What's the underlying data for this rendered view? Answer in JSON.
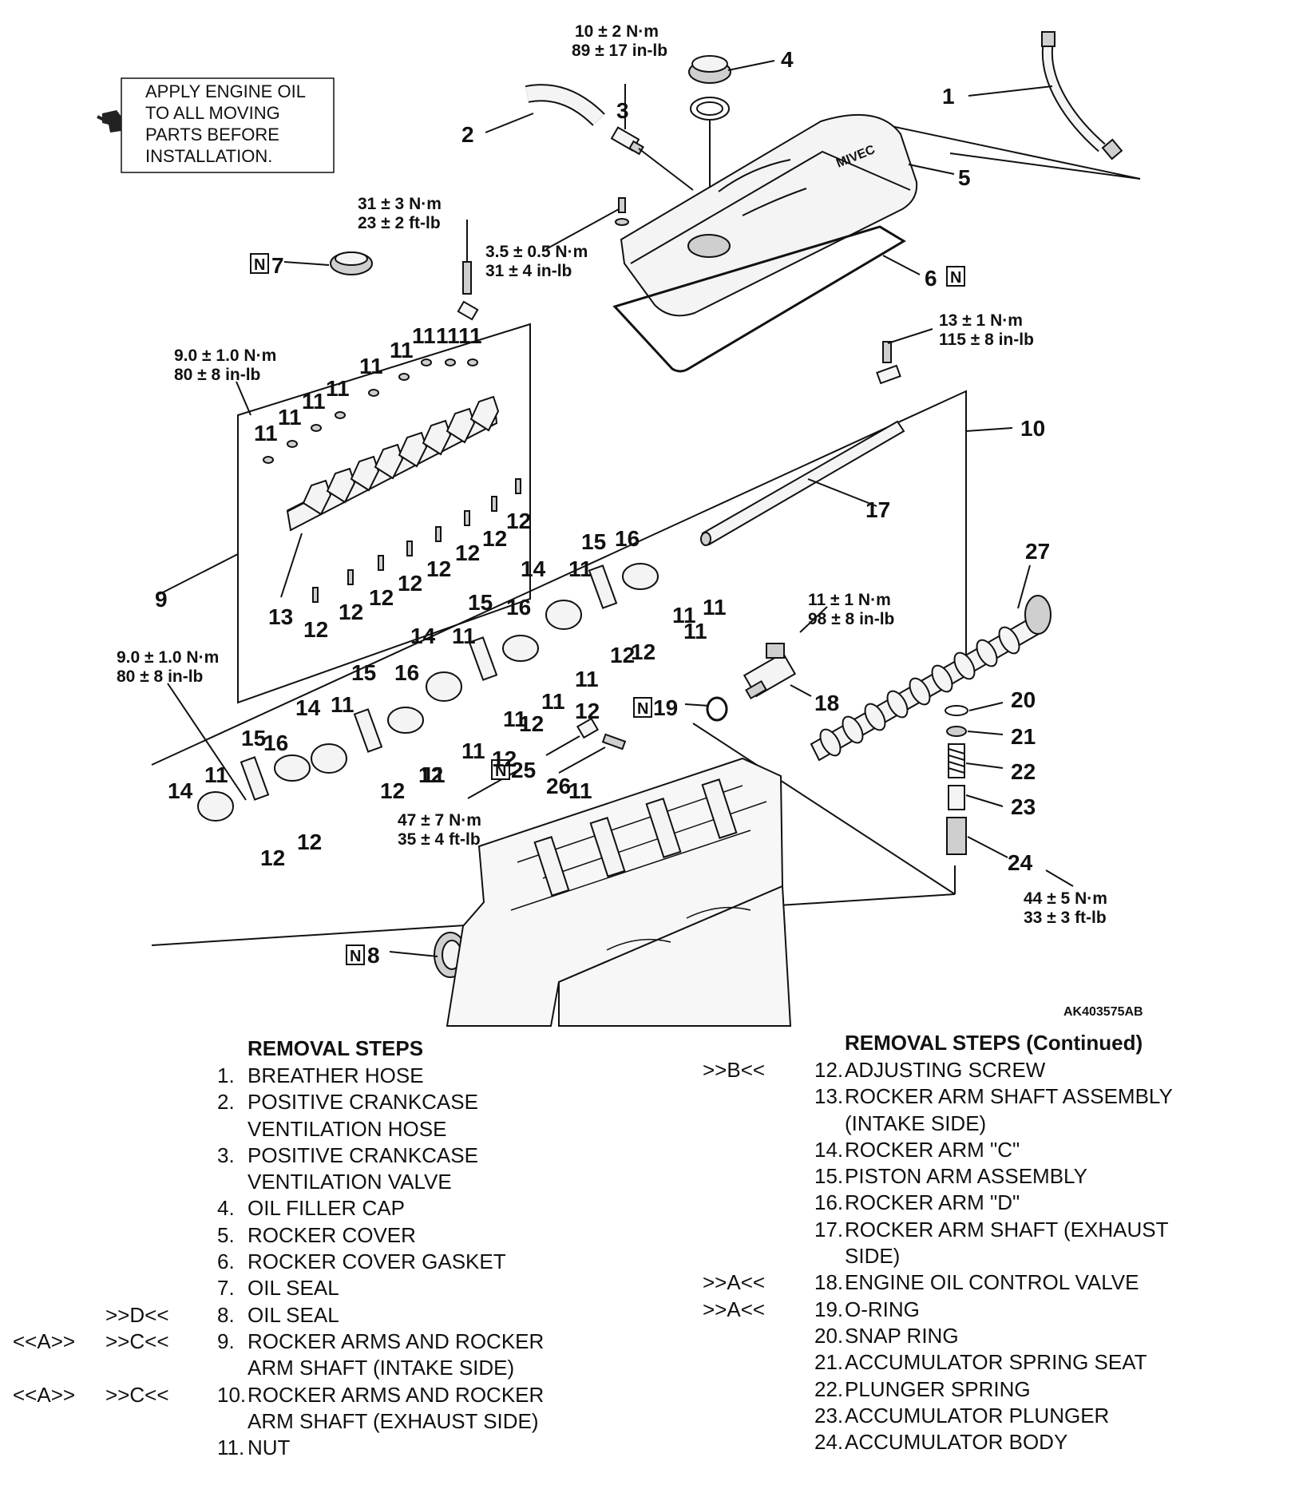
{
  "note": {
    "lines": [
      "APPLY ENGINE OIL",
      "TO ALL MOVING",
      "PARTS BEFORE",
      "INSTALLATION."
    ],
    "icon": "oil-can-icon"
  },
  "figure_code": "AK403575AB",
  "new_part_mark": "N",
  "callouts": {
    "c1": "1",
    "c2": "2",
    "c3": "3",
    "c4": "4",
    "c5": "5",
    "c6": "6",
    "c7": "7",
    "c8": "8",
    "c9": "9",
    "c10": "10",
    "c13": "13",
    "c17": "17",
    "c18": "18",
    "c19": "19",
    "c20": "20",
    "c21": "21",
    "c22": "22",
    "c23": "23",
    "c24": "24",
    "c25": "25",
    "c26": "26",
    "c27": "27",
    "c11": "11",
    "c12": "12",
    "c14": "14",
    "c15": "15",
    "c16": "16"
  },
  "torques": {
    "t1": [
      "10 ± 2 N·m",
      "89 ± 17 in-lb"
    ],
    "t2": [
      "31 ± 3 N·m",
      "23 ± 2 ft-lb"
    ],
    "t3": [
      "3.5 ± 0.5 N·m",
      "31 ± 4 in-lb"
    ],
    "t4": [
      "13 ± 1 N·m",
      "115 ± 8 in-lb"
    ],
    "t5": [
      "9.0 ± 1.0 N·m",
      "80 ± 8 in-lb"
    ],
    "t6": [
      "11 ± 1 N·m",
      "98 ± 8 in-lb"
    ],
    "t7": [
      "9.0 ± 1.0 N·m",
      "80 ± 8 in-lb"
    ],
    "t8": [
      "47 ± 7 N·m",
      "35 ± 4 ft-lb"
    ],
    "t9": [
      "44 ± 5 N·m",
      "33 ± 3 ft-lb"
    ]
  },
  "removal_steps": {
    "title": "REMOVAL STEPS",
    "items": [
      {
        "mark_a": "",
        "mark_b": "",
        "num": "1.",
        "text": "BREATHER HOSE"
      },
      {
        "mark_a": "",
        "mark_b": "",
        "num": "2.",
        "text": "POSITIVE CRANKCASE\nVENTILATION HOSE"
      },
      {
        "mark_a": "",
        "mark_b": "",
        "num": "3.",
        "text": "POSITIVE CRANKCASE\nVENTILATION VALVE"
      },
      {
        "mark_a": "",
        "mark_b": "",
        "num": "4.",
        "text": "OIL FILLER CAP"
      },
      {
        "mark_a": "",
        "mark_b": "",
        "num": "5.",
        "text": "ROCKER COVER"
      },
      {
        "mark_a": "",
        "mark_b": "",
        "num": "6.",
        "text": "ROCKER COVER GASKET"
      },
      {
        "mark_a": "",
        "mark_b": "",
        "num": "7.",
        "text": "OIL SEAL"
      },
      {
        "mark_a": "",
        "mark_b": ">>D<<",
        "num": "8.",
        "text": "OIL SEAL"
      },
      {
        "mark_a": "<<A>>",
        "mark_b": ">>C<<",
        "num": "9.",
        "text": "ROCKER ARMS AND ROCKER\nARM SHAFT (INTAKE SIDE)"
      },
      {
        "mark_a": "<<A>>",
        "mark_b": ">>C<<",
        "num": "10.",
        "text": "ROCKER ARMS AND ROCKER\nARM SHAFT (EXHAUST SIDE)"
      },
      {
        "mark_a": "",
        "mark_b": "",
        "num": "11.",
        "text": "NUT"
      }
    ]
  },
  "removal_steps_continued": {
    "title": "REMOVAL STEPS (Continued)",
    "items": [
      {
        "mark_b": ">>B<<",
        "num": "12.",
        "text": "ADJUSTING SCREW"
      },
      {
        "mark_b": "",
        "num": "13.",
        "text": "ROCKER ARM SHAFT ASSEMBLY\n(INTAKE SIDE)"
      },
      {
        "mark_b": "",
        "num": "14.",
        "text": "ROCKER ARM \"C\""
      },
      {
        "mark_b": "",
        "num": "15.",
        "text": "PISTON ARM ASSEMBLY"
      },
      {
        "mark_b": "",
        "num": "16.",
        "text": "ROCKER ARM \"D\""
      },
      {
        "mark_b": "",
        "num": "17.",
        "text": "ROCKER ARM SHAFT (EXHAUST\nSIDE)"
      },
      {
        "mark_b": ">>A<<",
        "num": "18.",
        "text": "ENGINE OIL CONTROL VALVE"
      },
      {
        "mark_b": ">>A<<",
        "num": "19.",
        "text": "O-RING"
      },
      {
        "mark_b": "",
        "num": "20.",
        "text": "SNAP RING"
      },
      {
        "mark_b": "",
        "num": "21.",
        "text": "ACCUMULATOR SPRING SEAT"
      },
      {
        "mark_b": "",
        "num": "22.",
        "text": "PLUNGER SPRING"
      },
      {
        "mark_b": "",
        "num": "23.",
        "text": "ACCUMULATOR PLUNGER"
      },
      {
        "mark_b": "",
        "num": "24.",
        "text": "ACCUMULATOR BODY"
      }
    ]
  }
}
